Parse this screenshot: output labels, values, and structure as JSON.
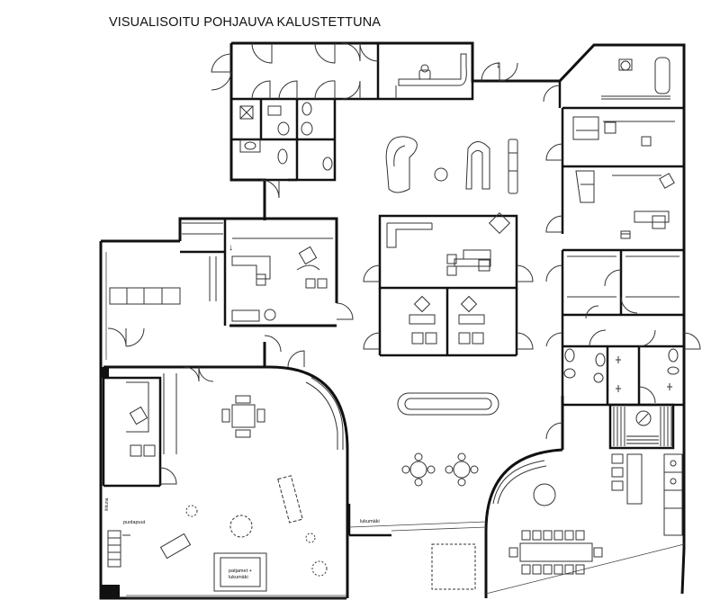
{
  "title": "VISUALISOITU POHJAUVA KALUSTETTUNA",
  "labels": {
    "lukumaki_counter": "lukumäki",
    "puolapuut": "puolapuut",
    "patjamet_line1": "patjamet +",
    "patjamet_line2": "lukumäki",
    "kaappi": "ikkuna",
    "arrow_entrance": "↓",
    "arrow_office": "↓"
  },
  "colors": {
    "wall": "#111111",
    "furniture": "#333333",
    "background": "#ffffff"
  }
}
